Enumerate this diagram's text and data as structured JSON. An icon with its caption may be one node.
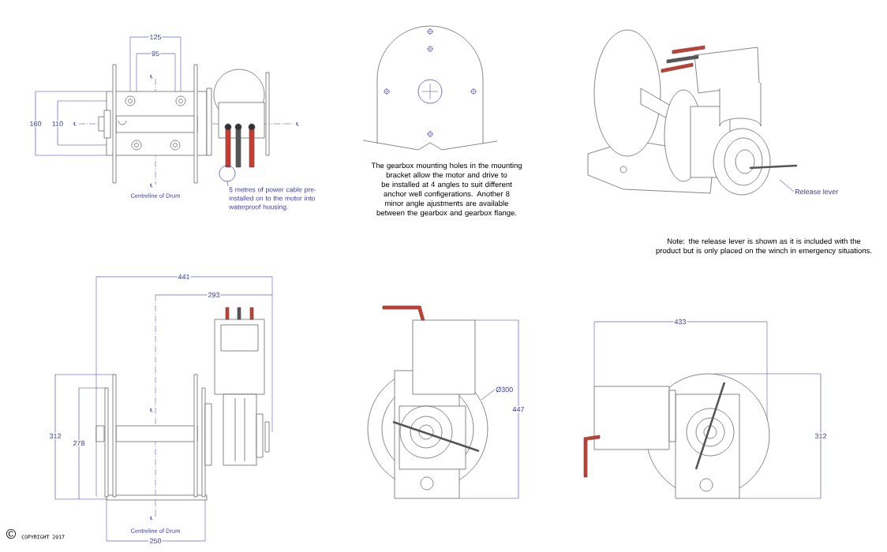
{
  "diagram": {
    "nodes": [
      {
        "text": [
          "5 metres of power cable pre-installed on to the motor into waterproof housing."
        ]
      },
      {
        "text": [],
        "shape": "circle"
      },
      {
        "text": [
          "Release lever"
        ]
      },
      {
        "text": [
          "Ø300"
        ]
      }
    ],
    "edges": [
      {
        "from": 0,
        "to": 1,
        "arrow": "none"
      },
      {
        "from": 2,
        "to": null,
        "arrow": "none"
      },
      {
        "from": 3,
        "to": null,
        "arrow": "none"
      }
    ],
    "labels": [
      "125",
      "95",
      "℄",
      "160",
      "110",
      "℄",
      "℄",
      "℄",
      "Centreline of Drum",
      "The gearbox mounting holes in the mounting bracket allow the motor and drive to be installed at 4 angles to suit different anchor well configerations. Another 8 minor angle ajustments are available between the gearbox and gearbox flange.",
      "Note: the release lever is shown as it is included with the product but is only placed on the winch in emergency situations.",
      "441",
      "293",
      "℄",
      "312",
      "278",
      "447",
      "433",
      "312",
      "℄",
      "Centreline of Drum",
      "©",
      "COPYRIGHT 2017",
      "250"
    ]
  }
}
